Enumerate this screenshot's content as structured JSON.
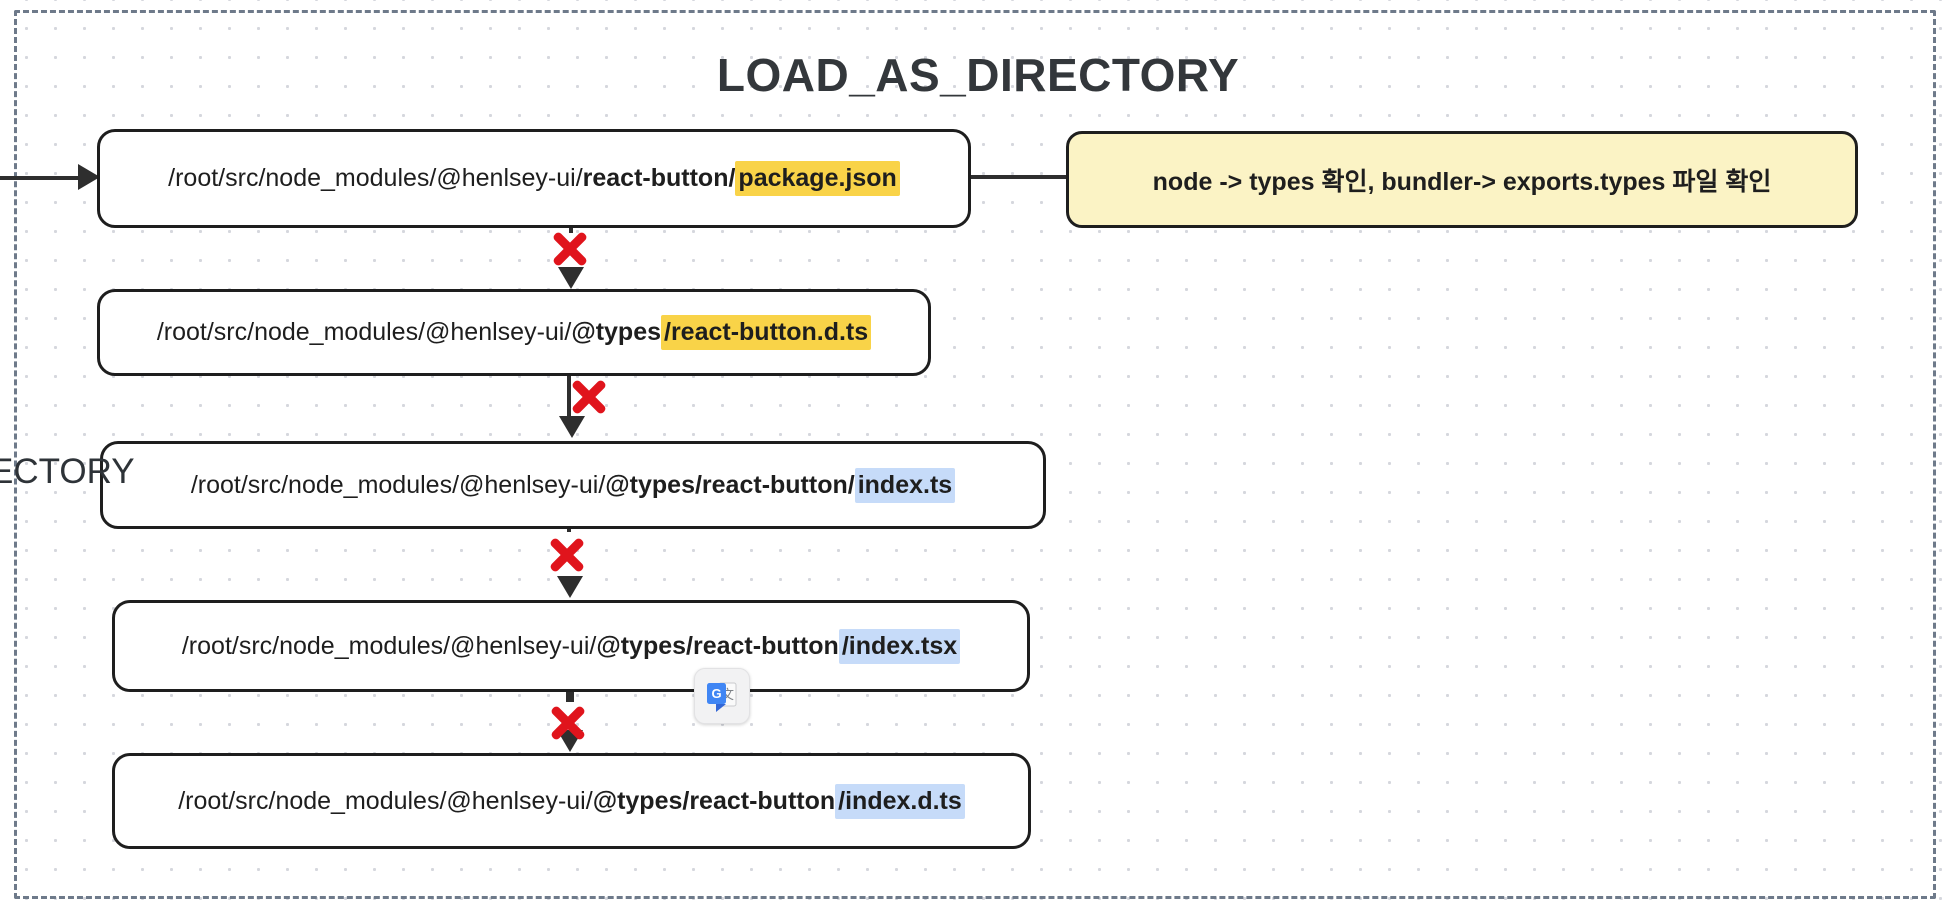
{
  "title": "LOAD_AS_DIRECTORY",
  "clipped_left_label": "ECTORY",
  "flow_boxes": [
    {
      "name": "package-json",
      "prefix": "/root/src/node_modules/@henlsey-ui/",
      "bold": "react-button/",
      "highlight": "package.json",
      "highlight_color": "#F9D348"
    },
    {
      "name": "react-button-d-ts",
      "prefix": "/root/src/node_modules/@henlsey-ui/",
      "bold": "@types",
      "highlight": "/react-button.d.ts",
      "highlight_color": "#F9D348"
    },
    {
      "name": "index-ts",
      "prefix": "/root/src/node_modules/@henlsey-ui/",
      "bold": "@types/react-button/",
      "highlight": "index.ts",
      "highlight_color": "#C6DBF9"
    },
    {
      "name": "index-tsx",
      "prefix": "/root/src/node_modules/@henlsey-ui/",
      "bold": "@types/react-button",
      "highlight": "/index.tsx",
      "highlight_color": "#C6DBF9"
    },
    {
      "name": "index-d-ts",
      "prefix": "/root/src/node_modules/@henlsey-ui/",
      "bold": "@types/react-button",
      "highlight": "/index.d.ts",
      "highlight_color": "#C6DBF9"
    }
  ],
  "note": {
    "text": "node -> types 확인, bundler-> exports.types 파일 확인",
    "bg": "#FBF3C5"
  },
  "icons": {
    "translate_icon_glyph_g": "G",
    "translate_icon_glyph_cjk": "文",
    "fail_marks": 4
  },
  "colors": {
    "x_mark": "#E0141C",
    "box_border": "#1E1E1E",
    "dashed_frame": "#6E7A8A",
    "yellow_highlight": "#F9D348",
    "blue_highlight": "#C6DBF9",
    "note_bg": "#FBF3C5",
    "connector": "#2E2E2E"
  }
}
